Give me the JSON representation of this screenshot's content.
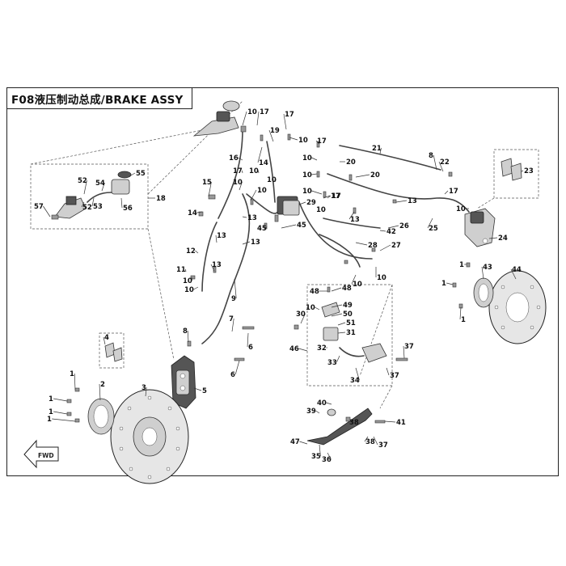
{
  "title": "F08液压制动总成/BRAKE ASSY",
  "fwd_label": "FWD",
  "callouts": [
    {
      "id": "c1a",
      "text": "1"
    },
    {
      "id": "c1b",
      "text": "1"
    },
    {
      "id": "c1c",
      "text": "1"
    },
    {
      "id": "c1d",
      "text": "1"
    },
    {
      "id": "c1e",
      "text": "1"
    },
    {
      "id": "c1f",
      "text": "1"
    },
    {
      "id": "c1g",
      "text": "1"
    },
    {
      "id": "c2",
      "text": "2"
    },
    {
      "id": "c3",
      "text": "3"
    },
    {
      "id": "c4",
      "text": "4"
    },
    {
      "id": "c5",
      "text": "5"
    },
    {
      "id": "c6a",
      "text": "6"
    },
    {
      "id": "c6b",
      "text": "6"
    },
    {
      "id": "c7",
      "text": "7"
    },
    {
      "id": "c8a",
      "text": "8"
    },
    {
      "id": "c8b",
      "text": "8"
    },
    {
      "id": "c9",
      "text": "9"
    },
    {
      "id": "c10a",
      "text": "10"
    },
    {
      "id": "c10b",
      "text": "10"
    },
    {
      "id": "c10c",
      "text": "10"
    },
    {
      "id": "c10d",
      "text": "10"
    },
    {
      "id": "c10e",
      "text": "10"
    },
    {
      "id": "c10f",
      "text": "10"
    },
    {
      "id": "c10g",
      "text": "10"
    },
    {
      "id": "c10h",
      "text": "10"
    },
    {
      "id": "c10i",
      "text": "10"
    },
    {
      "id": "c10j",
      "text": "10"
    },
    {
      "id": "c10k",
      "text": "10"
    },
    {
      "id": "c10l",
      "text": "10"
    },
    {
      "id": "c10m",
      "text": "10"
    },
    {
      "id": "c10n",
      "text": "10"
    },
    {
      "id": "c10o",
      "text": "10"
    },
    {
      "id": "c10p",
      "text": "10"
    },
    {
      "id": "c11",
      "text": "11"
    },
    {
      "id": "c12",
      "text": "12"
    },
    {
      "id": "c13a",
      "text": "13"
    },
    {
      "id": "c13b",
      "text": "13"
    },
    {
      "id": "c13c",
      "text": "13"
    },
    {
      "id": "c13d",
      "text": "13"
    },
    {
      "id": "c13e",
      "text": "13"
    },
    {
      "id": "c13f",
      "text": "13"
    },
    {
      "id": "c14a",
      "text": "14"
    },
    {
      "id": "c14b",
      "text": "14"
    },
    {
      "id": "c15",
      "text": "15"
    },
    {
      "id": "c16",
      "text": "16"
    },
    {
      "id": "c17a",
      "text": "17"
    },
    {
      "id": "c17b",
      "text": "17"
    },
    {
      "id": "c17c",
      "text": "17"
    },
    {
      "id": "c17d",
      "text": "17"
    },
    {
      "id": "c17e",
      "text": "17"
    },
    {
      "id": "c17f",
      "text": "17"
    },
    {
      "id": "c17g",
      "text": "17"
    },
    {
      "id": "c18",
      "text": "18"
    },
    {
      "id": "c19",
      "text": "19"
    },
    {
      "id": "c20a",
      "text": "20"
    },
    {
      "id": "c20b",
      "text": "20"
    },
    {
      "id": "c21",
      "text": "21"
    },
    {
      "id": "c22",
      "text": "22"
    },
    {
      "id": "c23",
      "text": "23"
    },
    {
      "id": "c24",
      "text": "24"
    },
    {
      "id": "c25",
      "text": "25"
    },
    {
      "id": "c26",
      "text": "26"
    },
    {
      "id": "c27",
      "text": "27"
    },
    {
      "id": "c28",
      "text": "28"
    },
    {
      "id": "c29",
      "text": "29"
    },
    {
      "id": "c30",
      "text": "30"
    },
    {
      "id": "c31",
      "text": "31"
    },
    {
      "id": "c32",
      "text": "32"
    },
    {
      "id": "c33",
      "text": "33"
    },
    {
      "id": "c34",
      "text": "34"
    },
    {
      "id": "c35",
      "text": "35"
    },
    {
      "id": "c36",
      "text": "36"
    },
    {
      "id": "c37a",
      "text": "37"
    },
    {
      "id": "c37b",
      "text": "37"
    },
    {
      "id": "c37c",
      "text": "37"
    },
    {
      "id": "c38a",
      "text": "38"
    },
    {
      "id": "c38b",
      "text": "38"
    },
    {
      "id": "c39",
      "text": "39"
    },
    {
      "id": "c40",
      "text": "40"
    },
    {
      "id": "c41",
      "text": "41"
    },
    {
      "id": "c42",
      "text": "42"
    },
    {
      "id": "c43",
      "text": "43"
    },
    {
      "id": "c44",
      "text": "44"
    },
    {
      "id": "c45a",
      "text": "45"
    },
    {
      "id": "c45b",
      "text": "45"
    },
    {
      "id": "c46",
      "text": "46"
    },
    {
      "id": "c47",
      "text": "47"
    },
    {
      "id": "c48a",
      "text": "48"
    },
    {
      "id": "c48b",
      "text": "48"
    },
    {
      "id": "c49",
      "text": "49"
    },
    {
      "id": "c50",
      "text": "50"
    },
    {
      "id": "c51",
      "text": "51"
    },
    {
      "id": "c52a",
      "text": "52"
    },
    {
      "id": "c52b",
      "text": "52"
    },
    {
      "id": "c53",
      "text": "53"
    },
    {
      "id": "c54",
      "text": "54"
    },
    {
      "id": "c55",
      "text": "55"
    },
    {
      "id": "c56",
      "text": "56"
    },
    {
      "id": "c57",
      "text": "57"
    }
  ]
}
